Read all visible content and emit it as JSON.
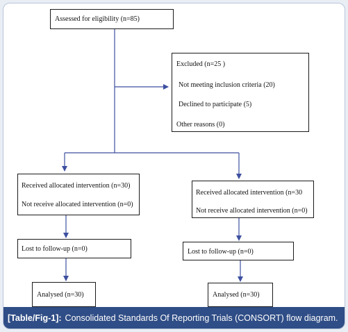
{
  "diagram": {
    "eligibility": "Assessed for eligibility (n=85)",
    "excluded": {
      "title": "Excluded (n=25 )",
      "reason1": "Not meeting inclusion criteria (20)",
      "reason2": "Declined to participate (5)",
      "reason3": "Other reasons (0)"
    },
    "left_arm": {
      "received": "Received allocated intervention (n=30)",
      "not_received": "Not receive allocated intervention (n=0)",
      "lost": "Lost to follow-up (n=0)",
      "analysed": "Analysed (n=30)"
    },
    "right_arm": {
      "received": "Received allocated intervention (n=30",
      "not_received": "Not receive allocated intervention (n=0)",
      "lost": "Lost to follow-up (n=0)",
      "analysed": "Analysed (n=30)"
    },
    "arrow_color": "#3d4f9f"
  },
  "caption": {
    "label": "[Table/Fig-1]:",
    "text": "Consolidated Standards Of Reporting Trials (CONSORT) flow diagram."
  }
}
